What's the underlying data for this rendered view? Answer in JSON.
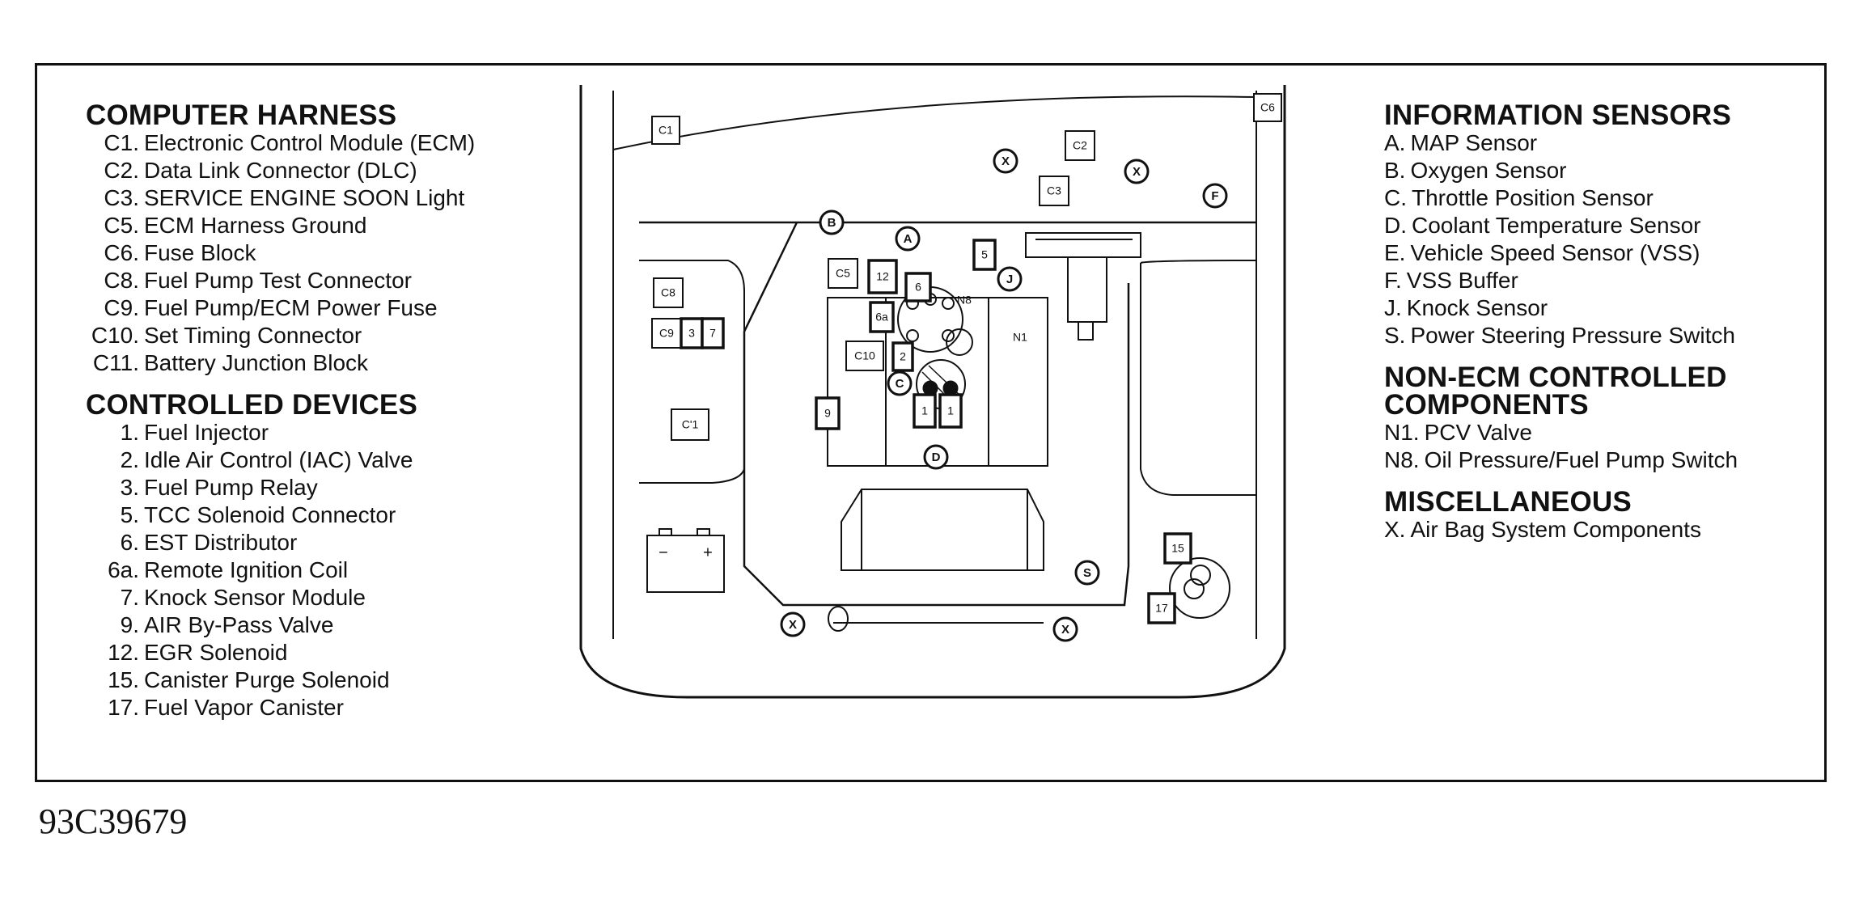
{
  "figure_code": "93C39679",
  "computer_harness": {
    "heading": "COMPUTER HARNESS",
    "items": [
      {
        "code": "C1.",
        "label": "Electronic Control Module (ECM)"
      },
      {
        "code": "C2.",
        "label": "Data Link Connector (DLC)"
      },
      {
        "code": "C3.",
        "label": "SERVICE ENGINE SOON Light"
      },
      {
        "code": "C5.",
        "label": "ECM Harness Ground"
      },
      {
        "code": "C6.",
        "label": "Fuse Block"
      },
      {
        "code": "C8.",
        "label": "Fuel Pump Test Connector"
      },
      {
        "code": "C9.",
        "label": "Fuel Pump/ECM Power Fuse"
      },
      {
        "code": "C10.",
        "label": "Set Timing Connector"
      },
      {
        "code": "C11.",
        "label": "Battery Junction Block"
      }
    ]
  },
  "controlled_devices": {
    "heading": "CONTROLLED DEVICES",
    "items": [
      {
        "code": "1.",
        "label": "Fuel Injector"
      },
      {
        "code": "2.",
        "label": "Idle Air Control (IAC) Valve"
      },
      {
        "code": "3.",
        "label": "Fuel Pump Relay"
      },
      {
        "code": "5.",
        "label": "TCC Solenoid Connector"
      },
      {
        "code": "6.",
        "label": "EST Distributor"
      },
      {
        "code": "6a.",
        "label": "Remote Ignition Coil"
      },
      {
        "code": "7.",
        "label": "Knock Sensor Module"
      },
      {
        "code": "9.",
        "label": "AIR By-Pass Valve"
      },
      {
        "code": "12.",
        "label": "EGR Solenoid"
      },
      {
        "code": "15.",
        "label": "Canister Purge Solenoid"
      },
      {
        "code": "17.",
        "label": "Fuel Vapor Canister"
      }
    ]
  },
  "information_sensors": {
    "heading": "INFORMATION SENSORS",
    "items": [
      {
        "code": "A.",
        "label": "MAP Sensor"
      },
      {
        "code": "B.",
        "label": "Oxygen Sensor"
      },
      {
        "code": "C.",
        "label": "Throttle Position Sensor"
      },
      {
        "code": "D.",
        "label": "Coolant Temperature Sensor"
      },
      {
        "code": "E.",
        "label": "Vehicle Speed Sensor (VSS)"
      },
      {
        "code": "F.",
        "label": "VSS Buffer"
      },
      {
        "code": "J.",
        "label": "Knock Sensor"
      },
      {
        "code": "S.",
        "label": "Power Steering Pressure Switch"
      }
    ]
  },
  "non_ecm": {
    "heading_line1": "NON-ECM CONTROLLED",
    "heading_line2": "COMPONENTS",
    "items": [
      {
        "code": "N1.",
        "label": "PCV Valve"
      },
      {
        "code": "N8.",
        "label": "Oil Pressure/Fuel Pump Switch"
      }
    ]
  },
  "miscellaneous": {
    "heading": "MISCELLANEOUS",
    "items": [
      {
        "code": "X.",
        "label": "Air Bag System Components"
      }
    ]
  },
  "diagram_labels": {
    "c1": "C1",
    "c2": "C2",
    "c3": "C3",
    "c5": "C5",
    "c6": "C6",
    "c8": "C8",
    "c9": "C9",
    "c10": "C10",
    "c11": "C'1",
    "n1": "N1",
    "n8": "N8",
    "r3": "3",
    "r7": "7",
    "r12": "12",
    "r6": "6",
    "r6a": "6a",
    "r2": "2",
    "r9": "9",
    "r5": "5",
    "r1a": "1",
    "r1b": "1",
    "r15": "15",
    "r17": "17",
    "battery_minus": "−",
    "battery_plus": "+",
    "A": "A",
    "B": "B",
    "C": "C",
    "D": "D",
    "F": "F",
    "J": "J",
    "S": "S",
    "X": "X"
  }
}
